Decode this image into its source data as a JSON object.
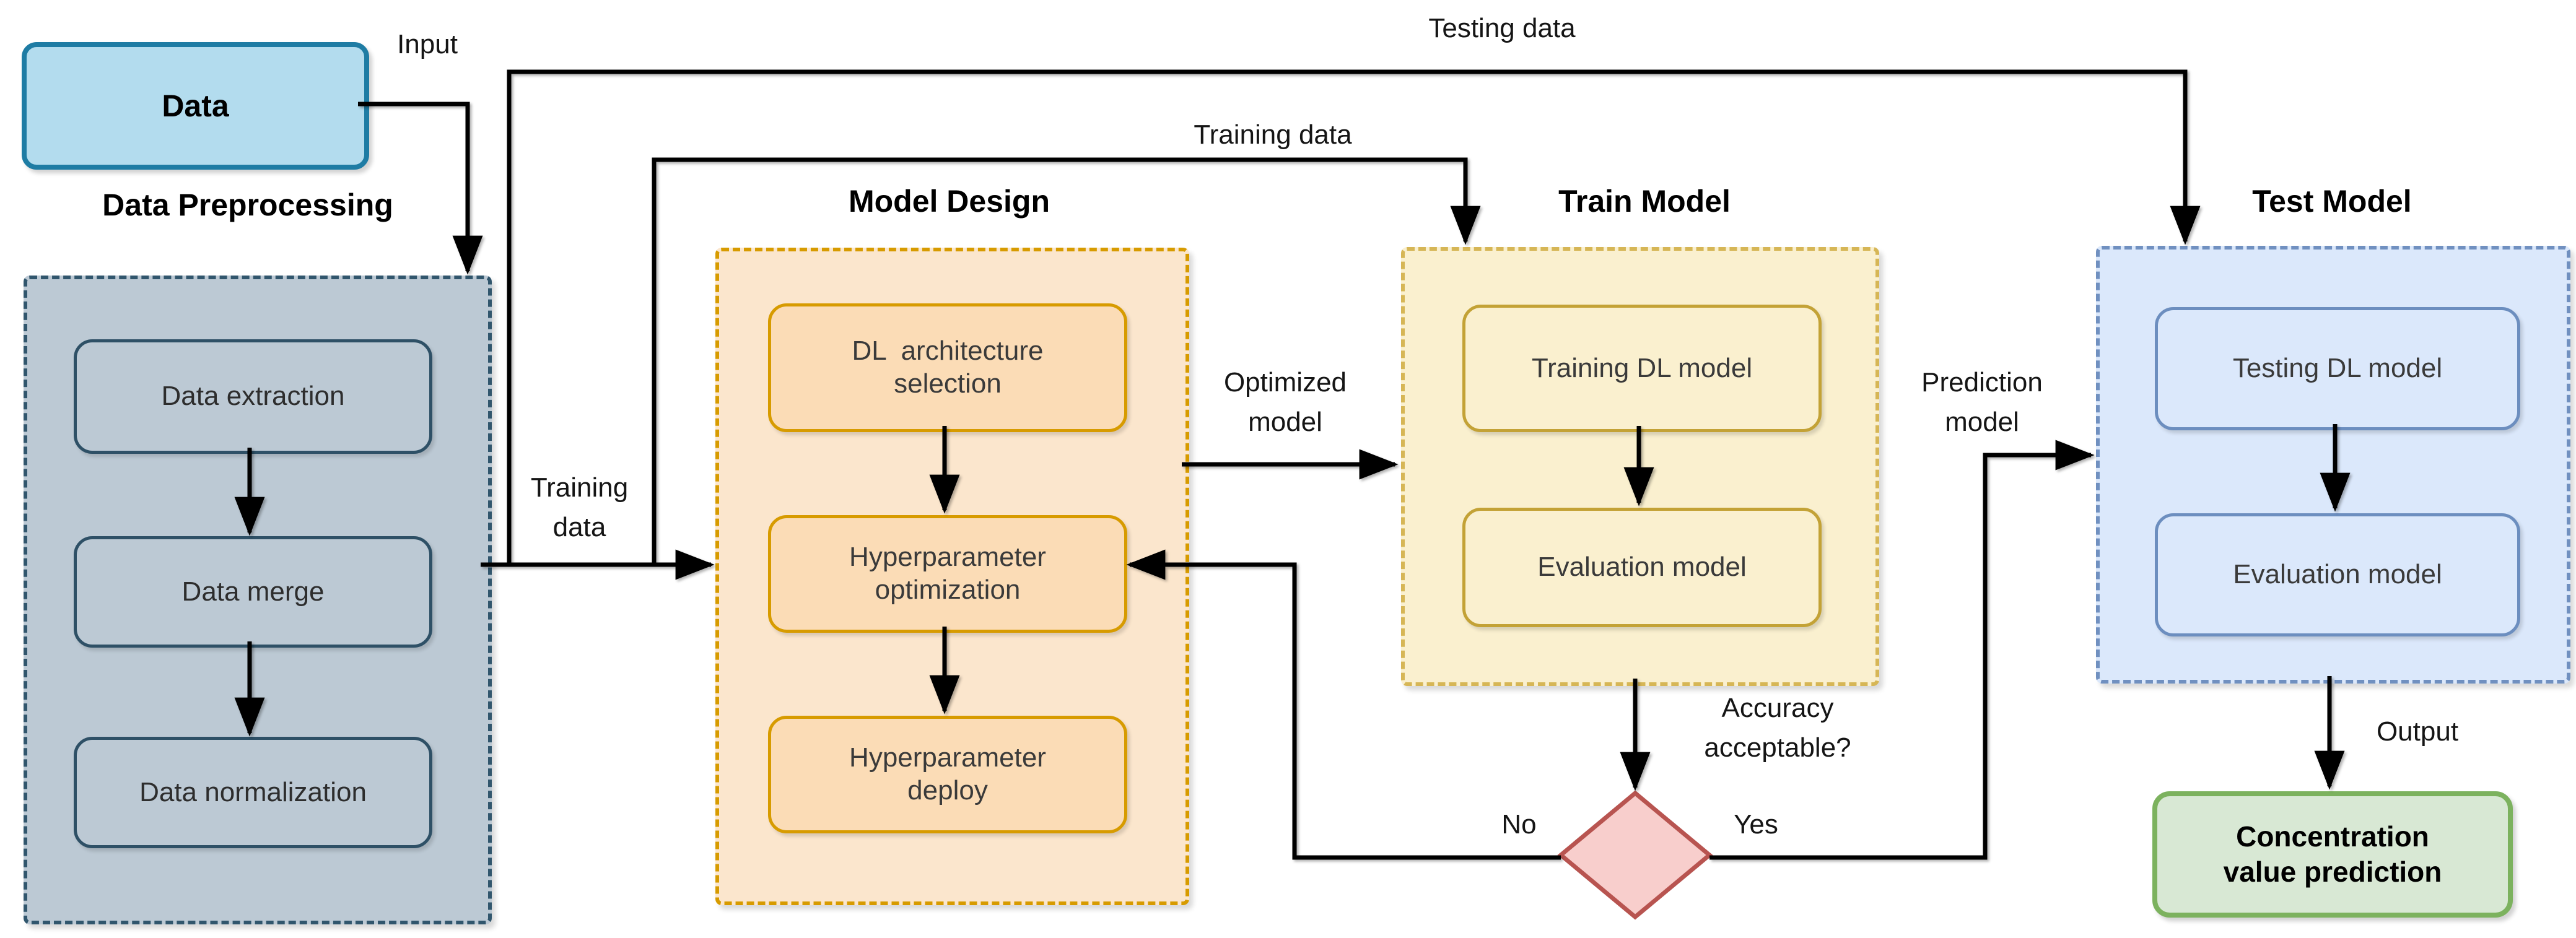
{
  "data_box": {
    "label": "Data"
  },
  "sections": {
    "preprocessing": {
      "title": "Data Preprocessing",
      "boxes": [
        "Data extraction",
        "Data merge",
        "Data normalization"
      ]
    },
    "model_design": {
      "title": "Model Design",
      "boxes": [
        "DL  architecture\nselection",
        "Hyperparameter\noptimization",
        "Hyperparameter\ndeploy"
      ]
    },
    "train_model": {
      "title": "Train Model",
      "boxes": [
        "Training DL model",
        "Evaluation model"
      ]
    },
    "test_model": {
      "title": "Test Model",
      "boxes": [
        "Testing DL model",
        "Evaluation model"
      ]
    }
  },
  "edge_labels": {
    "input": "Input",
    "testing_data": "Testing data",
    "training_data_top": "Training data",
    "training_data_side": "Training\ndata",
    "optimized_model": "Optimized\nmodel",
    "prediction_model": "Prediction\nmodel",
    "accuracy": "Accuracy\nacceptable?",
    "no": "No",
    "yes": "Yes",
    "output": "Output"
  },
  "result_box": {
    "label": "Concentration\nvalue prediction"
  },
  "colors": {
    "data_box_fill": "#b3dcee",
    "data_box_stroke": "#1e7ca4",
    "preprocessing_fill": "#bcc9d4",
    "preprocessing_stroke": "#31566d",
    "model_design_fill": "#fbe6cd",
    "model_design_stroke": "#d79b00",
    "train_model_fill": "#faf0cf",
    "train_model_stroke": "#d6b656",
    "test_model_fill": "#dbe8fb",
    "test_model_stroke": "#6c8ebf",
    "decision_fill": "#f8cecc",
    "decision_stroke": "#b85450",
    "result_fill": "#d8e8d4",
    "result_stroke": "#7cb25e",
    "connector": "#000000"
  }
}
